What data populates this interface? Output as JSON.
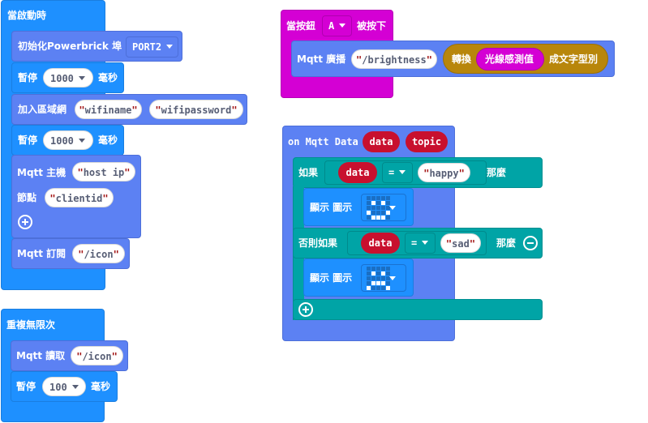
{
  "on_start": {
    "title": "當啟動時",
    "init_powerbrick": {
      "label": "初始化Powerbrick 埠",
      "port": "PORT2"
    },
    "pause1": {
      "label": "暫停",
      "value": "1000",
      "unit": "毫秒"
    },
    "join_wifi": {
      "label": "加入區域網",
      "ssid": "wifiname",
      "password": "wifipassword"
    },
    "pause2": {
      "label": "暫停",
      "value": "1000",
      "unit": "毫秒"
    },
    "mqtt_host": {
      "label": "Mqtt 主機",
      "host": "host ip",
      "node_label": "節點",
      "client_id": "clientid"
    },
    "mqtt_subscribe": {
      "label": "Mqtt 訂閱",
      "topic": "/icon"
    }
  },
  "forever": {
    "title": "重複無限次",
    "mqtt_read": {
      "label": "Mqtt 讀取",
      "topic": "/icon"
    },
    "pause": {
      "label": "暫停",
      "value": "100",
      "unit": "毫秒"
    }
  },
  "on_button": {
    "prefix": "當按鈕",
    "button": "A",
    "suffix": "被按下",
    "mqtt_publish": {
      "label": "Mqtt 廣播",
      "topic": "/brightness",
      "convert_label": "轉換",
      "sensor": "光線感測值",
      "convert_suffix": "成文字型別"
    }
  },
  "on_mqtt_data": {
    "title": "on Mqtt Data",
    "params": [
      "data",
      "topic"
    ],
    "if": {
      "label": "如果",
      "var": "data",
      "op": "=",
      "value": "happy",
      "then": "那麼",
      "show_label": "顯示 圖示",
      "icon": [
        [
          0,
          0,
          0,
          0,
          0
        ],
        [
          0,
          1,
          0,
          1,
          0
        ],
        [
          0,
          0,
          0,
          0,
          0
        ],
        [
          1,
          0,
          0,
          0,
          1
        ],
        [
          0,
          1,
          1,
          1,
          0
        ]
      ]
    },
    "elseif": {
      "label": "否則如果",
      "var": "data",
      "op": "=",
      "value": "sad",
      "then": "那麼",
      "show_label": "顯示 圖示",
      "icon": [
        [
          0,
          0,
          0,
          0,
          0
        ],
        [
          0,
          1,
          0,
          1,
          0
        ],
        [
          0,
          0,
          0,
          0,
          0
        ],
        [
          0,
          1,
          1,
          1,
          0
        ],
        [
          1,
          0,
          0,
          0,
          1
        ]
      ]
    }
  },
  "colors": {
    "basic": "#1e90ff",
    "mqtt": "#5c81f3",
    "input": "#d400d4",
    "logic": "#00a4a6",
    "variable": "#c8102e",
    "text": "#b8860b"
  }
}
